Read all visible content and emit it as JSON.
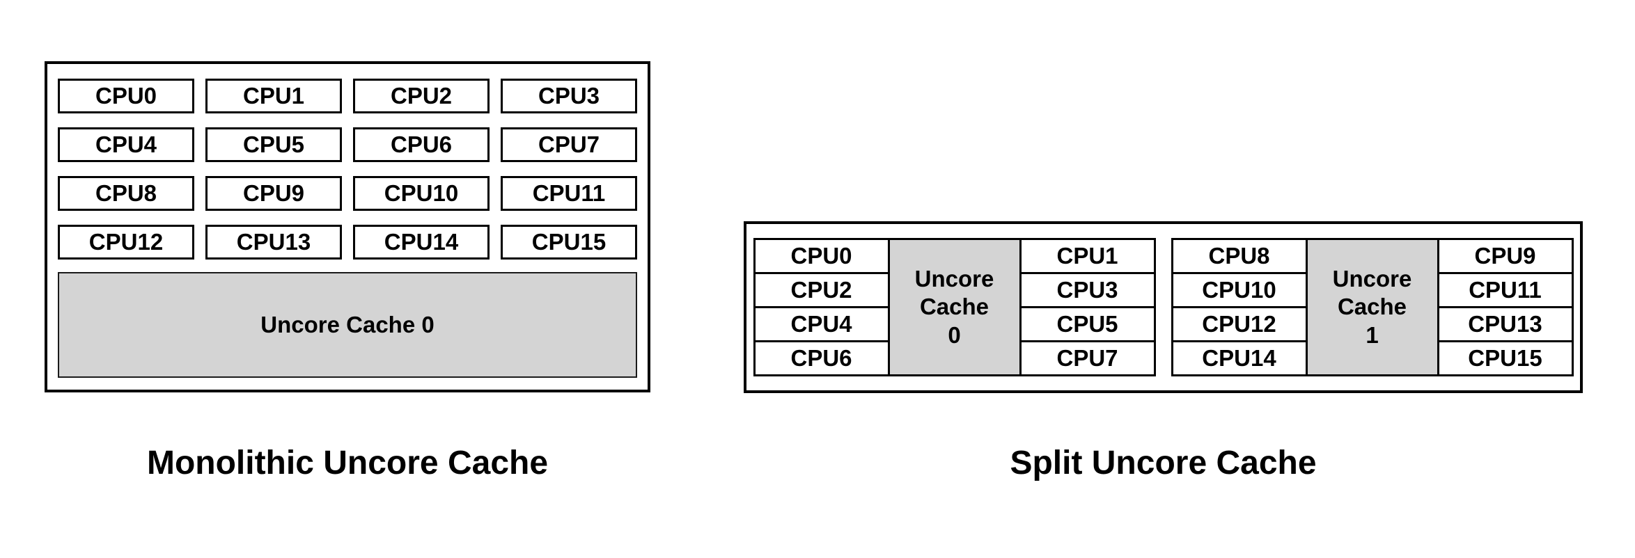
{
  "colors": {
    "background": "#ffffff",
    "box_border": "#000000",
    "cache_fill": "#d4d4d4",
    "text": "#000000"
  },
  "monolithic": {
    "caption": "Monolithic Uncore Cache",
    "cache_label": "Uncore Cache 0",
    "cpus": [
      "CPU0",
      "CPU1",
      "CPU2",
      "CPU3",
      "CPU4",
      "CPU5",
      "CPU6",
      "CPU7",
      "CPU8",
      "CPU9",
      "CPU10",
      "CPU11",
      "CPU12",
      "CPU13",
      "CPU14",
      "CPU15"
    ]
  },
  "split": {
    "caption": "Split Uncore Cache",
    "groups": [
      {
        "left_cpus": [
          "CPU0",
          "CPU2",
          "CPU4",
          "CPU6"
        ],
        "cache_lines": [
          "Uncore",
          "Cache",
          "0"
        ],
        "right_cpus": [
          "CPU1",
          "CPU3",
          "CPU5",
          "CPU7"
        ]
      },
      {
        "left_cpus": [
          "CPU8",
          "CPU10",
          "CPU12",
          "CPU14"
        ],
        "cache_lines": [
          "Uncore",
          "Cache",
          "1"
        ],
        "right_cpus": [
          "CPU9",
          "CPU11",
          "CPU13",
          "CPU15"
        ]
      }
    ]
  }
}
